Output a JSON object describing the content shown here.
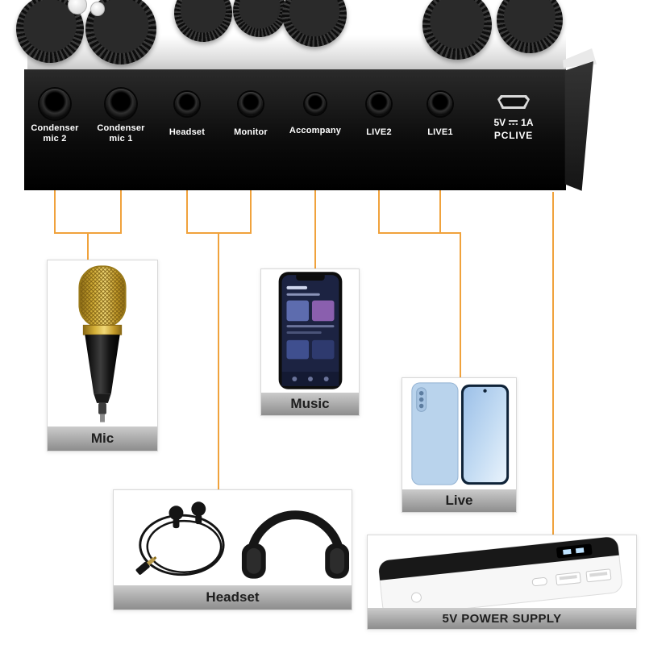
{
  "panel": {
    "ports": [
      {
        "line1": "Condenser",
        "line2": "mic 2"
      },
      {
        "line1": "Condenser",
        "line2": "mic 1"
      },
      {
        "line1": "Headset"
      },
      {
        "line1": "Monitor"
      },
      {
        "line1": "Accompany"
      },
      {
        "line1": "LIVE2"
      },
      {
        "line1": "LIVE1"
      }
    ],
    "usb": {
      "volts": "5V",
      "amps": "1A",
      "name": "PCLIVE"
    }
  },
  "callouts": {
    "mic": {
      "caption": "Mic"
    },
    "music": {
      "caption": "Music"
    },
    "live": {
      "caption": "Live"
    },
    "headset": {
      "caption": "Headset"
    },
    "power": {
      "caption": "5V POWER SUPPLY"
    }
  },
  "colors": {
    "connector_line": "#F0A23C",
    "panel_black": "#0b0b0b",
    "caption_text": "#1e1e1e"
  }
}
